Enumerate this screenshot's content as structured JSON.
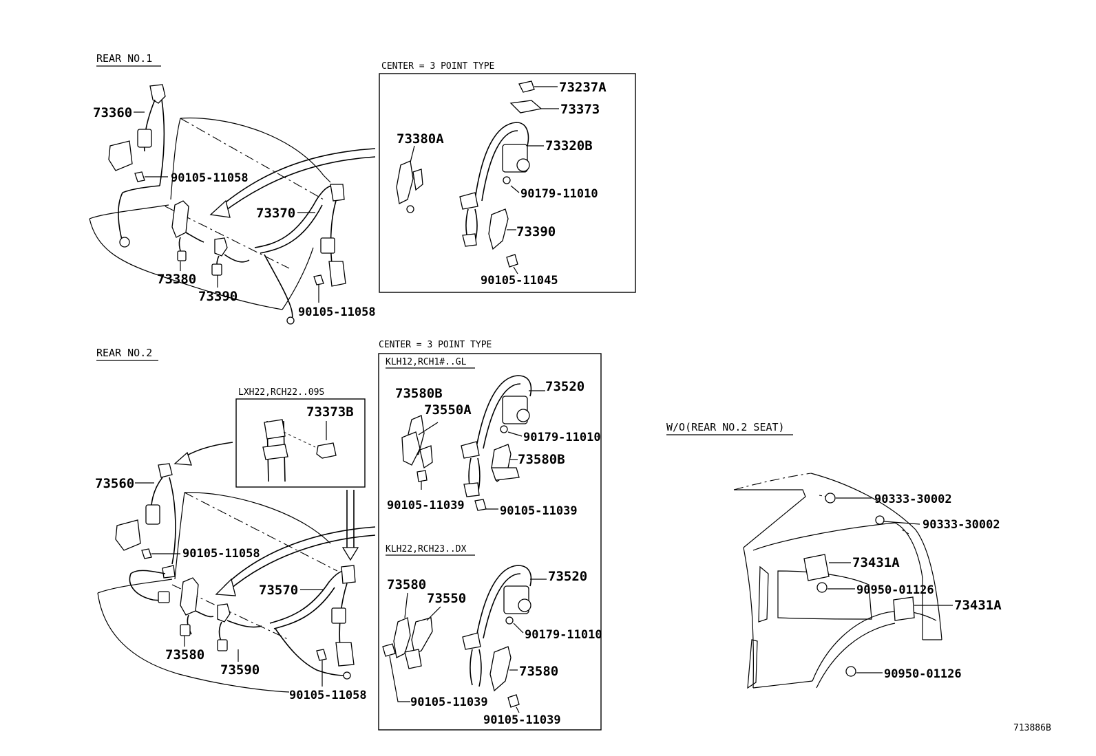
{
  "sections": {
    "rear1": {
      "title": "REAR NO.1",
      "parts": {
        "retractor": "73360",
        "bolt_upper": "90105-11058",
        "center_belt": "73370",
        "buckle": "73380",
        "buckle2": "73390",
        "bolt_lower": "90105-11058"
      },
      "center_box": {
        "title": "CENTER = 3 POINT TYPE",
        "parts": {
          "cover": "73237A",
          "bezel": "73373",
          "buckle": "73380A",
          "retractor": "73320B",
          "nut": "90179-11010",
          "buckle2": "73390",
          "bolt": "90105-11045"
        }
      }
    },
    "rear2": {
      "title": "REAR NO.2",
      "lxh_box": {
        "title": "LXH22,RCH22..09S",
        "part": "73373B"
      },
      "parts": {
        "retractor": "73560",
        "bolt_upper": "90105-11058",
        "center_belt": "73570",
        "buckle": "73580",
        "buckle2": "73590",
        "bolt_lower": "90105-11058"
      },
      "center_box": {
        "title": "CENTER = 3 POINT TYPE",
        "gl": {
          "title": "KLH12,RCH1#..GL",
          "parts": {
            "buckle": "73580B",
            "buckle2": "73550A",
            "retractor": "73520",
            "nut": "90179-11010",
            "buckle3": "73580B",
            "bolt1": "90105-11039",
            "bolt2": "90105-11039"
          }
        },
        "dx": {
          "title": "KLH22,RCH23..DX",
          "parts": {
            "buckle": "73580",
            "buckle2": "73550",
            "retractor": "73520",
            "nut": "90179-11010",
            "buckle3": "73580",
            "bolt1": "90105-11039",
            "bolt2": "90105-11039"
          }
        }
      }
    },
    "wo": {
      "title": "W/O(REAR NO.2 SEAT)",
      "parts": {
        "plug1": "90333-30002",
        "plug2": "90333-30002",
        "cover1": "73431A",
        "plug3": "90950-01126",
        "cover2": "73431A",
        "plug4": "90950-01126"
      }
    }
  },
  "footer": {
    "code": "713886B"
  }
}
